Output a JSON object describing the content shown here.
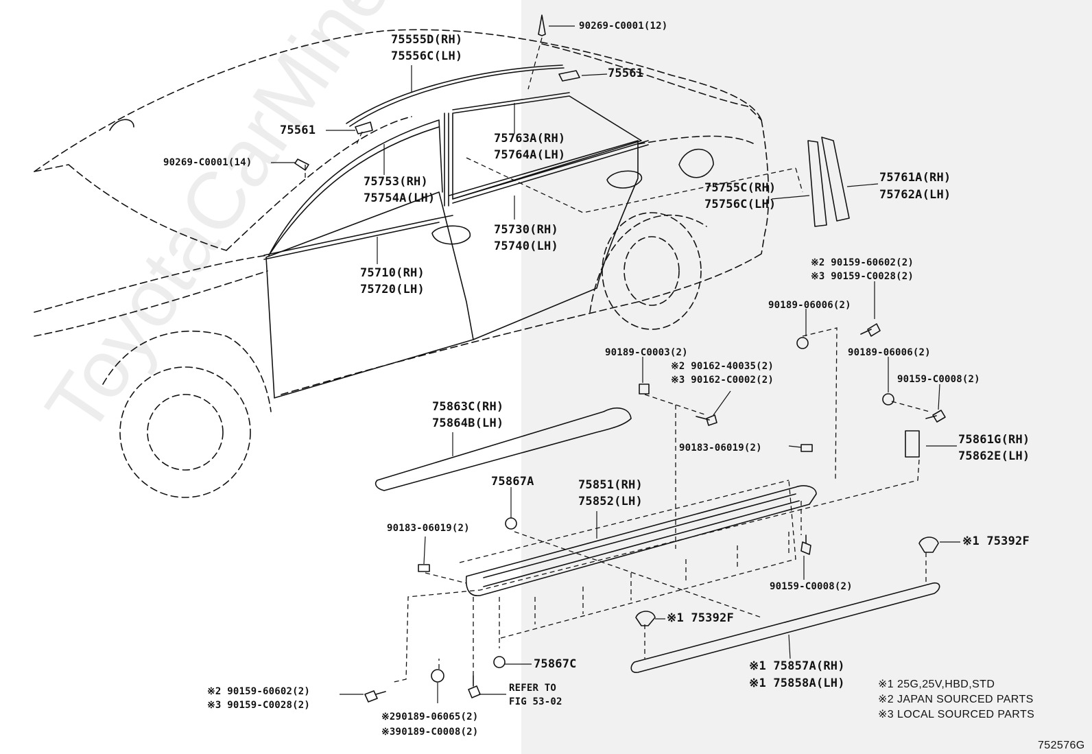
{
  "watermark": "ToyotaCarMine.ru",
  "diagram_id": "752576G",
  "labels": {
    "l_90269_12": "90269-C0001(12)",
    "l_75555d": "75555D(RH)",
    "l_75556c": "75556C(LH)",
    "l_75561_top": "75561",
    "l_75561_left": "75561",
    "l_90269_14": "90269-C0001(14)",
    "l_75763a": "75763A(RH)",
    "l_75764a": "75764A(LH)",
    "l_75753": "75753(RH)",
    "l_75754a": "75754A(LH)",
    "l_75761a": "75761A(RH)",
    "l_75762a": "75762A(LH)",
    "l_75755c": "75755C(RH)",
    "l_75756c": "75756C(LH)",
    "l_75730": "75730(RH)",
    "l_75740": "75740(LH)",
    "l_75710": "75710(RH)",
    "l_75720": "75720(LH)",
    "l_s2_60602_top": "※2 90159-60602(2)",
    "l_s3_c0028_top": "※3 90159-C0028(2)",
    "l_90189_06006_a": "90189-06006(2)",
    "l_90189_c0003": "90189-C0003(2)",
    "l_s2_40035": "※2 90162-40035(2)",
    "l_s3_c0002": "※3 90162-C0002(2)",
    "l_90189_06006_b": "90189-06006(2)",
    "l_90159_c0008_a": "90159-C0008(2)",
    "l_75863c": "75863C(RH)",
    "l_75864b": "75864B(LH)",
    "l_90183_06019_a": "90183-06019(2)",
    "l_75861g": "75861G(RH)",
    "l_75862e": "75862E(LH)",
    "l_75867a": "75867A",
    "l_75851": "75851(RH)",
    "l_75852": "75852(LH)",
    "l_90183_06019_b": "90183-06019(2)",
    "l_75392f_right": "※1 75392F",
    "l_90159_c0008_b": "90159-C0008(2)",
    "l_75392f_left": "※1 75392F",
    "l_75867c": "75867C",
    "l_75857a": "※1 75857A(RH)",
    "l_75858a": "※1 75858A(LH)",
    "l_s2_60602_bot": "※2 90159-60602(2)",
    "l_s3_c0028_bot": "※3 90159-C0028(2)",
    "l_refer": "REFER TO",
    "l_fig": "FIG 53-02",
    "l_s2_06065": "※290189-06065(2)",
    "l_s3_c0008": "※390189-C0008(2)"
  },
  "notes": [
    "※1 25G,25V,HBD,STD",
    "※2 JAPAN SOURCED PARTS",
    "※3 LOCAL SOURCED PARTS"
  ]
}
